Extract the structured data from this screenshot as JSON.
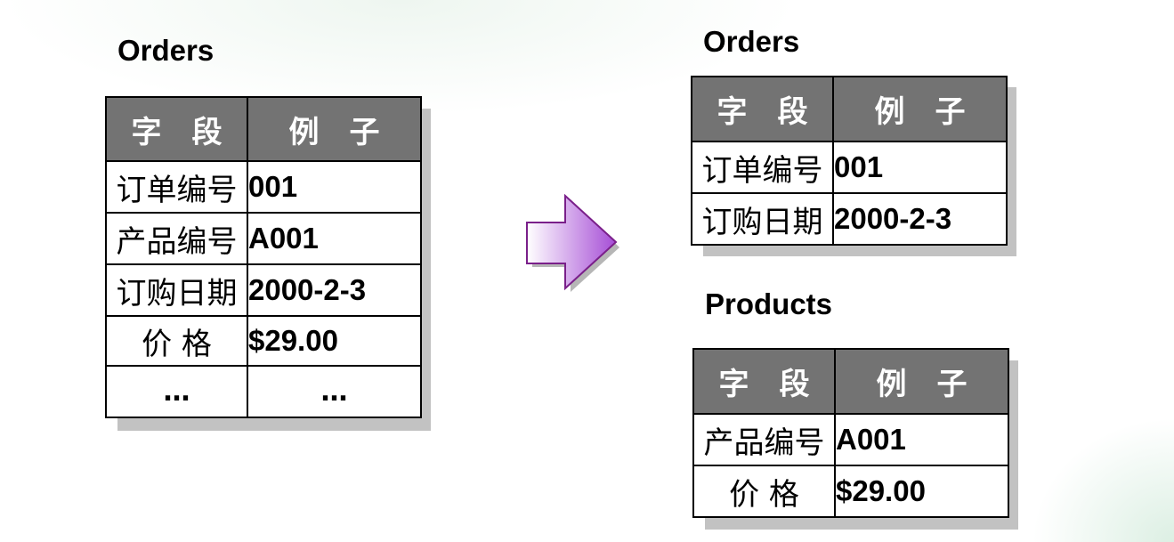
{
  "left": {
    "title": "Orders",
    "header": [
      "字　段",
      "例　子"
    ],
    "rows": [
      {
        "field": "订单编号",
        "example": "001"
      },
      {
        "field": "产品编号",
        "example": "A001"
      },
      {
        "field": "订购日期",
        "example": "2000-2-3"
      },
      {
        "field": "价 格",
        "example": "$29.00"
      },
      {
        "field": "…",
        "example": "…"
      }
    ]
  },
  "right_orders": {
    "title": "Orders",
    "header": [
      "字　段",
      "例　子"
    ],
    "rows": [
      {
        "field": "订单编号",
        "example": "001"
      },
      {
        "field": "订购日期",
        "example": "2000-2-3"
      }
    ]
  },
  "right_products": {
    "title": "Products",
    "header": [
      "字　段",
      "例　子"
    ],
    "rows": [
      {
        "field": "产品编号",
        "example": "A001"
      },
      {
        "field": "价 格",
        "example": "$29.00"
      }
    ]
  },
  "colors": {
    "header_bg": "#737373",
    "arrow_light": "#ffffff",
    "arrow_dark": "#a64dd6",
    "arrow_border": "#7a1f8a",
    "shadow": "#c2c2c2"
  }
}
